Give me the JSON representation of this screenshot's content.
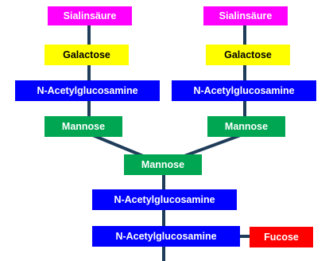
{
  "colors": {
    "sialic": "#ff00ff",
    "galactose": "#ffff00",
    "glcnac": "#0000ff",
    "mannose": "#00a651",
    "fucose": "#ff0000",
    "link": "#1f3d5a"
  },
  "nodes": {
    "sia_left": "Sialinsäure",
    "sia_right": "Sialinsäure",
    "gal_left": "Galactose",
    "gal_right": "Galactose",
    "glcnac_left": "N-Acetylglucosamine",
    "glcnac_right": "N-Acetylglucosamine",
    "man_left": "Mannose",
    "man_right": "Mannose",
    "man_core": "Mannose",
    "glcnac_core_1": "N-Acetylglucosamine",
    "glcnac_core_2": "N-Acetylglucosamine",
    "fucose": "Fucose"
  }
}
